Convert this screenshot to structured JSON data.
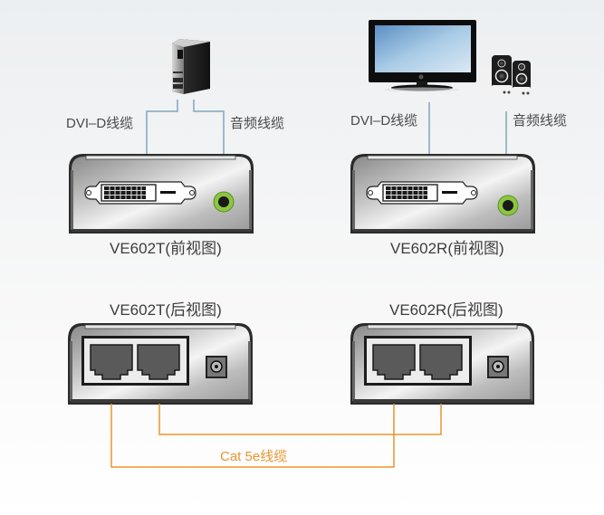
{
  "diagram": {
    "title": "VE602 DVI-D extender connection diagram",
    "devices": {
      "source_pc": {
        "icon": "desktop-tower-icon"
      },
      "display": {
        "icon": "lcd-monitor-icon"
      },
      "speakers": {
        "icon": "speakers-icon"
      }
    },
    "cable_labels": {
      "tx_dvi": "DVI–D线缆",
      "tx_audio": "音频线缆",
      "rx_dvi": "DVI–D线缆",
      "rx_audio": "音频线缆",
      "cat5e": "Cat 5e线缆"
    },
    "units": {
      "tx_front": "VE602T(前视图)",
      "rx_front": "VE602R(前视图)",
      "tx_rear": "VE602T(后视图)",
      "rx_rear": "VE602R(后视图)"
    },
    "colors": {
      "av_cable": "#7fa6bd",
      "cat_cable": "#e8962e",
      "audio_jack": "#8cc63f"
    }
  }
}
